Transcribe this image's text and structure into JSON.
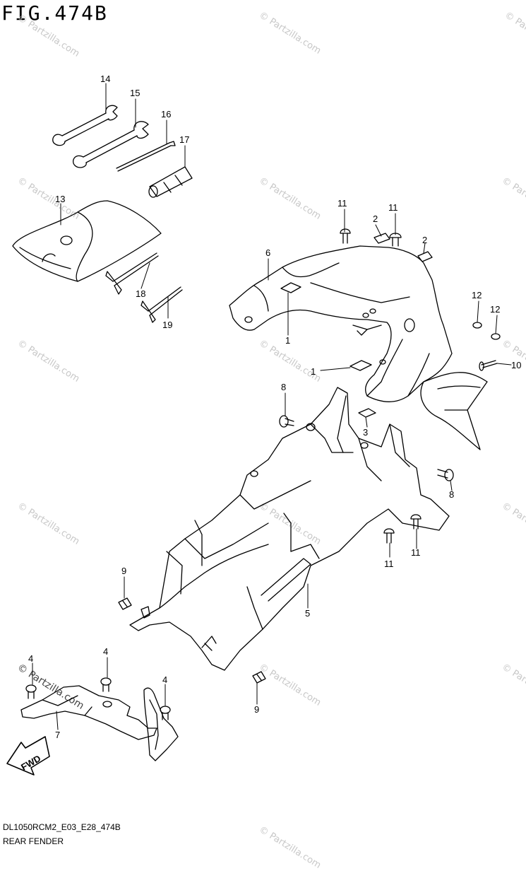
{
  "figure": {
    "title": "FIG.474B",
    "code": "DL1050RCM2_E03_E28_474B",
    "section": "REAR FENDER"
  },
  "watermark": "© Partzilla.com",
  "labels": {
    "l1a": "1",
    "l1b": "1",
    "l2a": "2",
    "l2b": "2",
    "l3": "3",
    "l4a": "4",
    "l4b": "4",
    "l4c": "4",
    "l5": "5",
    "l6": "6",
    "l7": "7",
    "l8a": "8",
    "l8b": "8",
    "l9a": "9",
    "l9b": "9",
    "l10": "10",
    "l11a": "11",
    "l11b": "11",
    "l11c": "11",
    "l11d": "11",
    "l12a": "12",
    "l12b": "12",
    "l13": "13",
    "l14": "14",
    "l15": "15",
    "l16": "16",
    "l17": "17",
    "l18": "18",
    "l19": "19"
  },
  "fwd_label": "FWD"
}
